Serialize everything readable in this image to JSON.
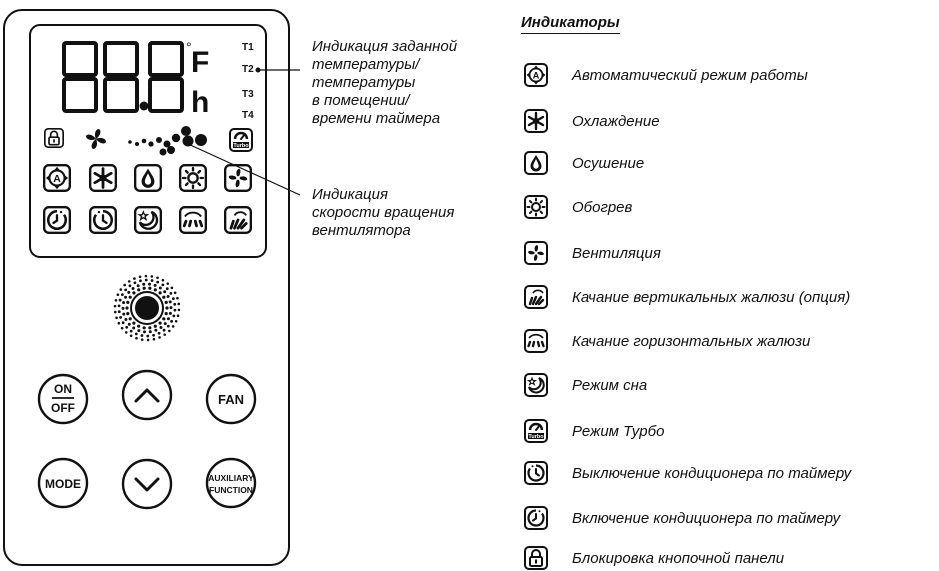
{
  "display": {
    "digits": "88.8",
    "unit_f": "F",
    "unit_h": "h",
    "t1": "T1",
    "t2": "T2",
    "t3": "T3",
    "t4": "T4",
    "turbo": "Turbo"
  },
  "buttons": {
    "on_off": [
      "ON",
      "OFF"
    ],
    "fan": "FAN",
    "mode": "MODE",
    "auxiliary": [
      "AUXILIARY",
      "FUNCTION"
    ]
  },
  "callouts": {
    "temperature": [
      "Индикация заданной",
      "температуры/",
      "температуры",
      "в помещении/",
      "времени таймера"
    ],
    "fan_speed": [
      "Индикация",
      "скорости вращения",
      "вентилятора"
    ]
  },
  "legend": {
    "title": "Индикаторы",
    "items": [
      {
        "icon": "auto-mode-icon",
        "label": "Автоматический режим работы"
      },
      {
        "icon": "cooling-snowflake-icon",
        "label": "Охлаждение"
      },
      {
        "icon": "dry-drop-icon",
        "label": "Осушение"
      },
      {
        "icon": "heating-sun-icon",
        "label": "Обогрев"
      },
      {
        "icon": "fan-icon",
        "label": "Вентиляция"
      },
      {
        "icon": "vertical-swing-icon",
        "label": "Качание вертикальных жалюзи (опция)"
      },
      {
        "icon": "horizontal-swing-icon",
        "label": "Качание горизонтальных жалюзи"
      },
      {
        "icon": "sleep-icon",
        "label": "Режим сна"
      },
      {
        "icon": "turbo-icon",
        "label": "Режим Турбо"
      },
      {
        "icon": "timer-off-icon",
        "label": "Выключение кондиционера по таймеру"
      },
      {
        "icon": "timer-on-icon",
        "label": "Включение кондиционера по таймеру"
      },
      {
        "icon": "lock-icon",
        "label": "Блокировка кнопочной панели"
      }
    ]
  }
}
